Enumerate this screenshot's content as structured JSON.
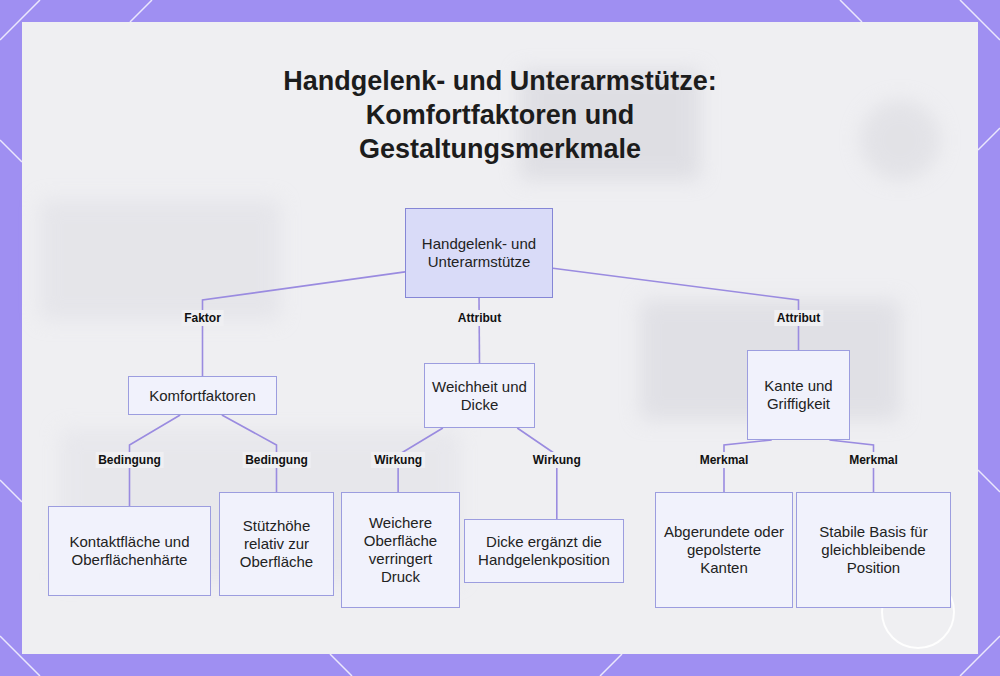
{
  "diagram": {
    "title": "Handgelenk- und Unterarmstütze: Komfortfaktoren und Gestaltungsmerkmale",
    "nodes": [
      {
        "text": [
          "Handgelenk- und Unterarmstütze"
        ]
      },
      {
        "text": [
          "Komfortfaktoren"
        ]
      },
      {
        "text": [
          "Weichheit und Dicke"
        ]
      },
      {
        "text": [
          "Kante und Griffigkeit"
        ]
      },
      {
        "text": [
          "Kontaktfläche und Oberflächenhärte"
        ]
      },
      {
        "text": [
          "Stützhöhe relativ zur Oberfläche"
        ]
      },
      {
        "text": [
          "Weichere Oberfläche verringert Druck"
        ]
      },
      {
        "text": [
          "Dicke ergänzt die Handgelenkposition"
        ]
      },
      {
        "text": [
          "Abgerundete oder gepolsterte Kanten"
        ]
      },
      {
        "text": [
          "Stabile Basis für gleichbleibende Position"
        ]
      }
    ],
    "edges": [
      {
        "from": 0,
        "to": 1,
        "arrow": "none",
        "label": "Faktor"
      },
      {
        "from": 0,
        "to": 2,
        "arrow": "none",
        "label": "Attribut"
      },
      {
        "from": 0,
        "to": 3,
        "arrow": "none",
        "label": "Attribut"
      },
      {
        "from": 1,
        "to": 4,
        "arrow": "none",
        "label": "Bedingung"
      },
      {
        "from": 1,
        "to": 5,
        "arrow": "none",
        "label": "Bedingung"
      },
      {
        "from": 2,
        "to": 6,
        "arrow": "none",
        "label": "Wirkung"
      },
      {
        "from": 2,
        "to": 7,
        "arrow": "none",
        "label": "Wirkung"
      },
      {
        "from": 3,
        "to": 8,
        "arrow": "none",
        "label": "Merkmal"
      },
      {
        "from": 3,
        "to": 9,
        "arrow": "none",
        "label": "Merkmal"
      }
    ]
  }
}
